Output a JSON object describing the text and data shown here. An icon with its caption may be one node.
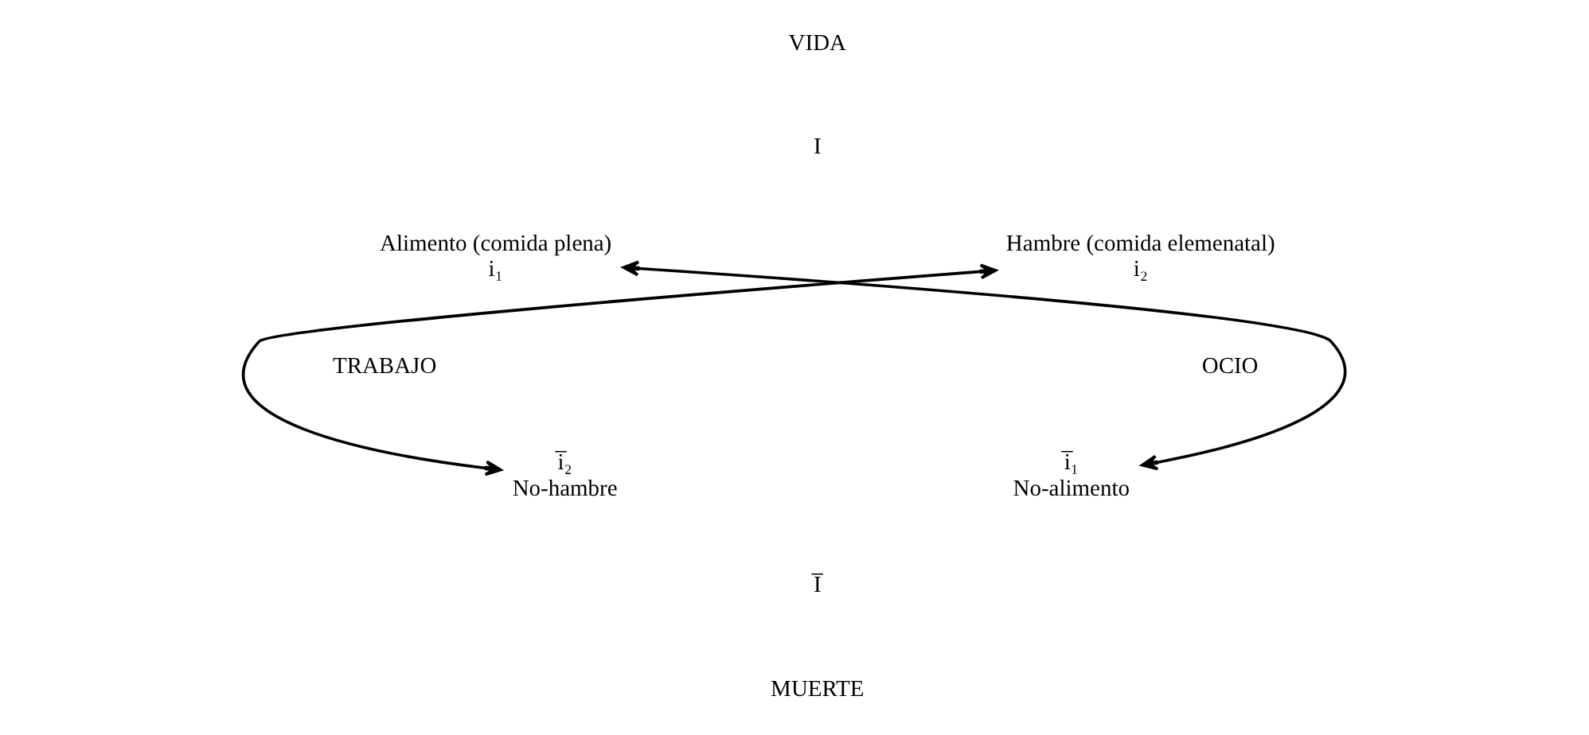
{
  "diagram": {
    "nodes": [
      {
        "text": [
          "Alimento (comida plena)",
          "i₁"
        ]
      },
      {
        "text": [
          "Hambre (comida elemenatal)",
          "i₂"
        ]
      },
      {
        "text": [
          "i̅₂",
          "No-hambre"
        ]
      },
      {
        "text": [
          "i̅₁",
          "No-alimento"
        ]
      }
    ],
    "edges": [
      {
        "from": 0,
        "to": 3,
        "arrow": "both"
      },
      {
        "from": 2,
        "to": 1,
        "arrow": "both"
      }
    ],
    "labels": [
      "VIDA",
      "I",
      "TRABAJO",
      "OCIO",
      "I̅",
      "MUERTE"
    ]
  }
}
